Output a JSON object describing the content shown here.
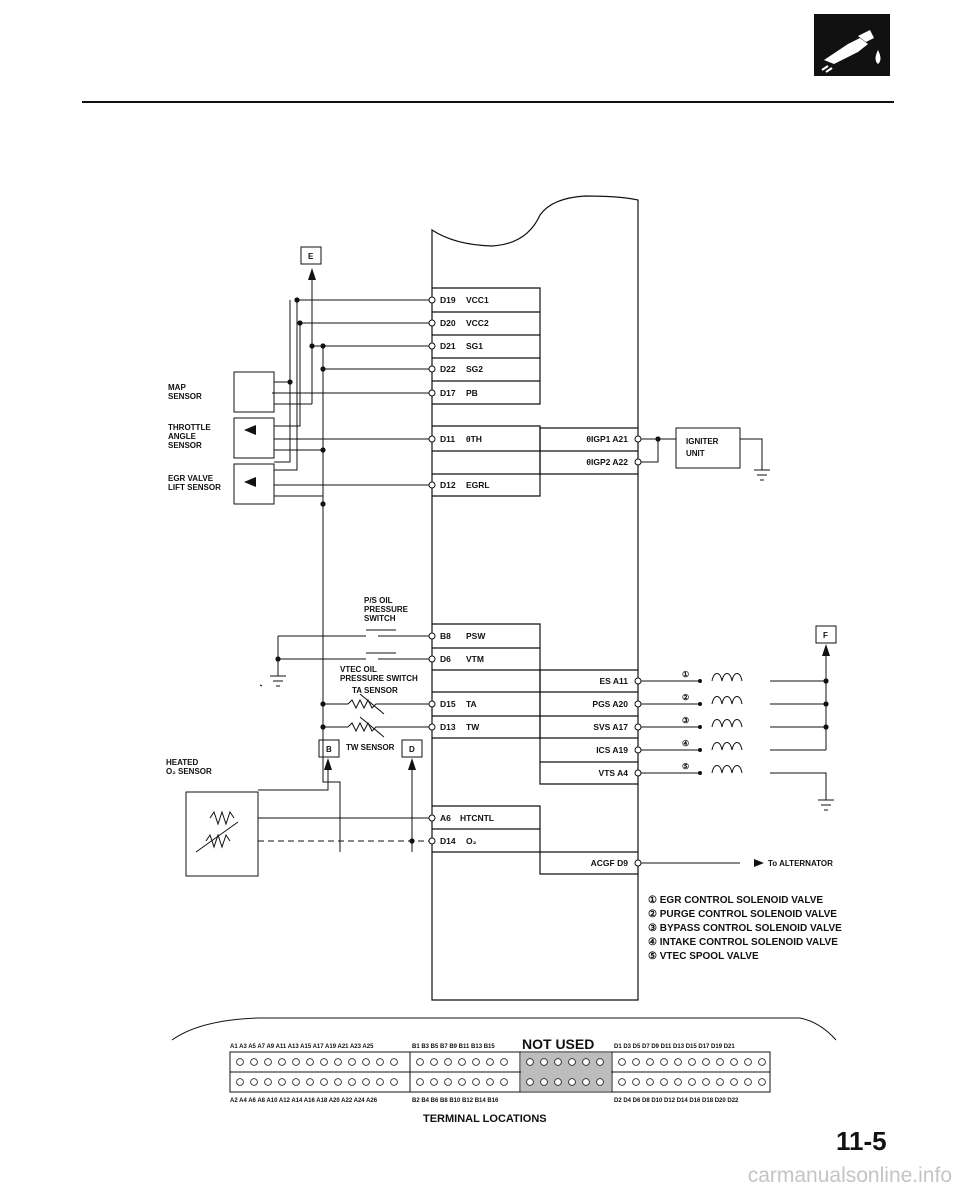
{
  "header": {
    "logo_icon": "fuel-nozzle-icon"
  },
  "ecu": {
    "left_pins": [
      {
        "pin": "D19",
        "signal": "VCC1"
      },
      {
        "pin": "D20",
        "signal": "VCC2"
      },
      {
        "pin": "D21",
        "signal": "SG1"
      },
      {
        "pin": "D22",
        "signal": "SG2"
      },
      {
        "pin": "D17",
        "signal": "PB"
      },
      {
        "pin": "D11",
        "signal": "θTH"
      },
      {
        "pin": "D12",
        "signal": "EGRL"
      },
      {
        "pin": "B8",
        "signal": "PSW"
      },
      {
        "pin": "D6",
        "signal": "VTM"
      },
      {
        "pin": "D15",
        "signal": "TA"
      },
      {
        "pin": "D13",
        "signal": "TW"
      },
      {
        "pin": "A6",
        "signal": "HTCNTL"
      },
      {
        "pin": "D14",
        "signal": "O₂"
      }
    ],
    "right_pins": [
      {
        "signal": "θIGP1",
        "pin": "A21"
      },
      {
        "signal": "θIGP2",
        "pin": "A22"
      },
      {
        "signal": "ES",
        "pin": "A11"
      },
      {
        "signal": "PGS",
        "pin": "A20"
      },
      {
        "signal": "SVS",
        "pin": "A17"
      },
      {
        "signal": "ICS",
        "pin": "A19"
      },
      {
        "signal": "VTS",
        "pin": "A4"
      },
      {
        "signal": "ACGF",
        "pin": "D9"
      }
    ]
  },
  "components": {
    "map_sensor": [
      "MAP",
      "SENSOR"
    ],
    "throttle_sensor": [
      "THROTTLE",
      "ANGLE",
      "SENSOR"
    ],
    "egr_sensor": [
      "EGR VALVE",
      "LIFT SENSOR"
    ],
    "ps_switch": [
      "P/S OIL",
      "PRESSURE",
      "SWITCH"
    ],
    "vtec_switch": [
      "VTEC OIL",
      "PRESSURE SWITCH"
    ],
    "ta_sensor": "TA SENSOR",
    "tw_sensor": "TW SENSOR",
    "o2_sensor": [
      "HEATED",
      "O₂ SENSOR"
    ],
    "igniter": [
      "IGNITER",
      "UNIT"
    ],
    "to_alternator": "To ALTERNATOR"
  },
  "connectors": {
    "e": "E",
    "f": "F",
    "b": "B",
    "d": "D"
  },
  "solenoid_marks": [
    "①",
    "②",
    "③",
    "④",
    "⑤"
  ],
  "legend": [
    "① EGR CONTROL SOLENOID VALVE",
    "② PURGE CONTROL SOLENOID VALVE",
    "③ BYPASS CONTROL SOLENOID VALVE",
    "④ INTAKE CONTROL SOLENOID VALVE",
    "⑤ VTEC SPOOL VALVE"
  ],
  "terminal": {
    "not_used": "NOT USED",
    "title": "TERMINAL LOCATIONS",
    "top_label_a": "A1 A3 A5 A7 A9 A11 A13 A15 A17 A19 A21 A23 A25",
    "top_label_b": "B1 B3 B5 B7 B9 B11 B13 B15",
    "top_label_d": "D1 D3 D5 D7 D9 D11 D13 D15 D17 D19 D21",
    "bottom_label_a": "A2 A4 A6 A8 A10 A12 A14 A16 A18 A20 A22 A24 A26",
    "bottom_label_b": "B2 B4 B6 B8 B10 B12 B14 B16",
    "bottom_label_d": "D2 D4 D6 D8 D10 D12 D14 D16 D18 D20 D22"
  },
  "page_number": "11-5",
  "watermark": "carmanualsonline.info"
}
